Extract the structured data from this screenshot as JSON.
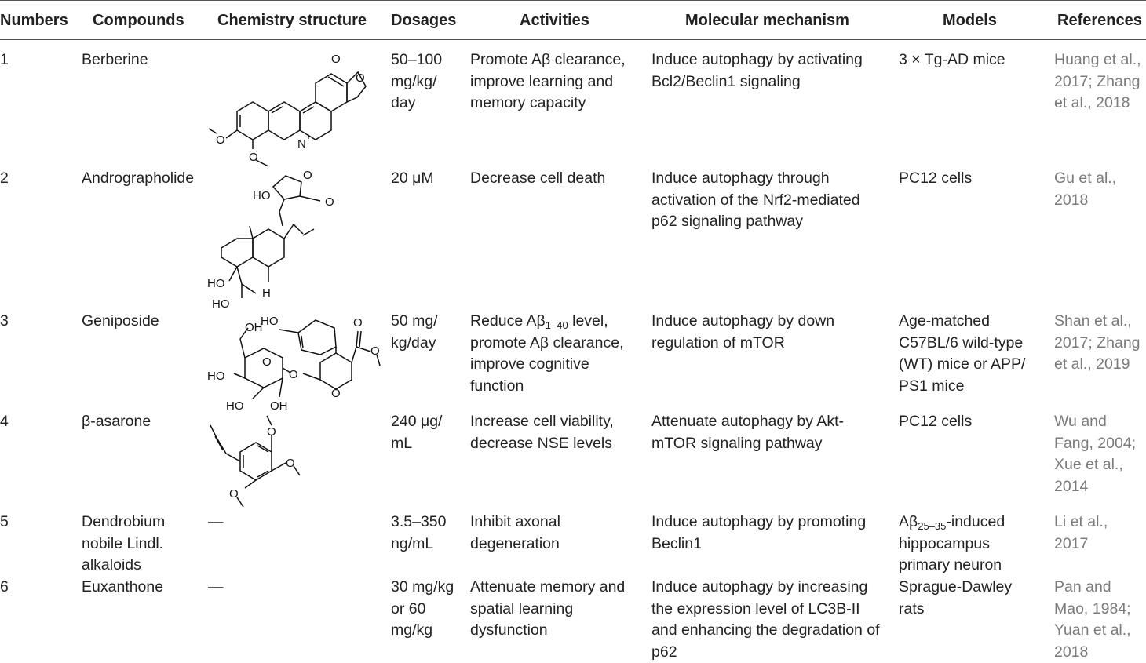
{
  "headers": {
    "numbers": "Numbers",
    "compounds": "Compounds",
    "structure": "Chemistry structure",
    "dosages": "Dosages",
    "activities": "Activities",
    "mechanism": "Molecular mechanism",
    "models": "Models",
    "references": "References"
  },
  "rows": [
    {
      "number": "1",
      "compound": "Berberine",
      "structure": "berberine-structure",
      "dosage": [
        "50–100",
        "mg/kg/",
        "day"
      ],
      "activities": [
        "Promote Aβ clearance,",
        "improve learning and",
        "memory capacity"
      ],
      "mechanism": [
        "Induce autophagy by activating",
        "Bcl2/Beclin1 signaling"
      ],
      "models": [
        "3 × Tg-AD mice"
      ],
      "references": [
        "Huang et al.,",
        "2017; Zhang",
        "et al., 2018"
      ]
    },
    {
      "number": "2",
      "compound": "Andrographolide",
      "structure": "andrographolide-structure",
      "dosage": [
        "20 μM"
      ],
      "activities": [
        "Decrease cell death"
      ],
      "mechanism": [
        "Induce autophagy through",
        "activation of the Nrf2-mediated",
        "p62 signaling pathway"
      ],
      "models": [
        "PC12 cells"
      ],
      "references": [
        "Gu et al.,",
        "2018"
      ]
    },
    {
      "number": "3",
      "compound": "Geniposide",
      "structure": "geniposide-structure",
      "dosage": [
        "50 mg/",
        "kg/day"
      ],
      "activities_sub": {
        "pre": "Reduce Aβ",
        "sub": "1–40",
        "post": " level,"
      },
      "activities": [
        "promote Aβ clearance,",
        "improve cognitive",
        "function"
      ],
      "mechanism": [
        "Induce autophagy by down",
        "regulation of mTOR"
      ],
      "models": [
        "Age-matched",
        "C57BL/6 wild-type",
        "(WT) mice or APP/",
        "PS1 mice"
      ],
      "references": [
        "Shan et al.,",
        "2017; Zhang",
        "et al., 2019"
      ]
    },
    {
      "number": "4",
      "compound": "β-asarone",
      "structure": "beta-asarone-structure",
      "dosage": [
        "240 μg/",
        "mL"
      ],
      "activities": [
        "Increase cell viability,",
        "decrease NSE levels"
      ],
      "mechanism": [
        "Attenuate autophagy by Akt-",
        "mTOR signaling pathway"
      ],
      "models": [
        "PC12 cells"
      ],
      "references": [
        "Wu and",
        "Fang, 2004;",
        "Xue et al.,",
        "2014"
      ]
    },
    {
      "number": "5",
      "compound": [
        "Dendrobium",
        "nobile Lindl.",
        "alkaloids"
      ],
      "structure": "—",
      "dosage": [
        "3.5–350",
        "ng/mL"
      ],
      "activities": [
        "Inhibit axonal",
        "degeneration"
      ],
      "mechanism": [
        "Induce autophagy by promoting",
        "Beclin1"
      ],
      "models_sub": {
        "pre": "Aβ",
        "sub": "25–35",
        "post": "-induced"
      },
      "models": [
        "hippocampus",
        "primary neuron"
      ],
      "references": [
        "Li et al.,",
        "2017"
      ]
    },
    {
      "number": "6",
      "compound": "Euxanthone",
      "structure": "—",
      "dosage": [
        "30 mg/kg",
        "or 60",
        "mg/kg"
      ],
      "activities": [
        "Attenuate memory and",
        "spatial learning",
        "dysfunction"
      ],
      "mechanism": [
        "Induce autophagy by increasing",
        "the expression level of LC3B-II",
        "and enhancing the degradation of",
        "p62"
      ],
      "models": [
        "Sprague-Dawley",
        "rats"
      ],
      "references": [
        "Pan and",
        "Mao, 1984;",
        "Yuan et al.,",
        "2018"
      ]
    }
  ],
  "structure_labels": {
    "berberine": {
      "n": "N",
      "plus": "+",
      "o1": "O",
      "o2": "O",
      "o3": "O",
      "o4": "O"
    },
    "andrographolide": {
      "ho1": "HO",
      "o_ring": "O",
      "o_keto": "O",
      "ho2": "HO",
      "ho3": "HO",
      "h": "H"
    },
    "geniposide": {
      "oh1": "OH",
      "ho1": "HO",
      "o_ester1": "O",
      "o_ester2": "O",
      "ho2": "HO",
      "o_glyc": "O",
      "o_bridge": "O",
      "o_pyran": "O",
      "ho3": "HO",
      "oh2": "OH"
    },
    "asarone": {
      "o1": "O",
      "o2": "O",
      "o3": "O"
    }
  }
}
